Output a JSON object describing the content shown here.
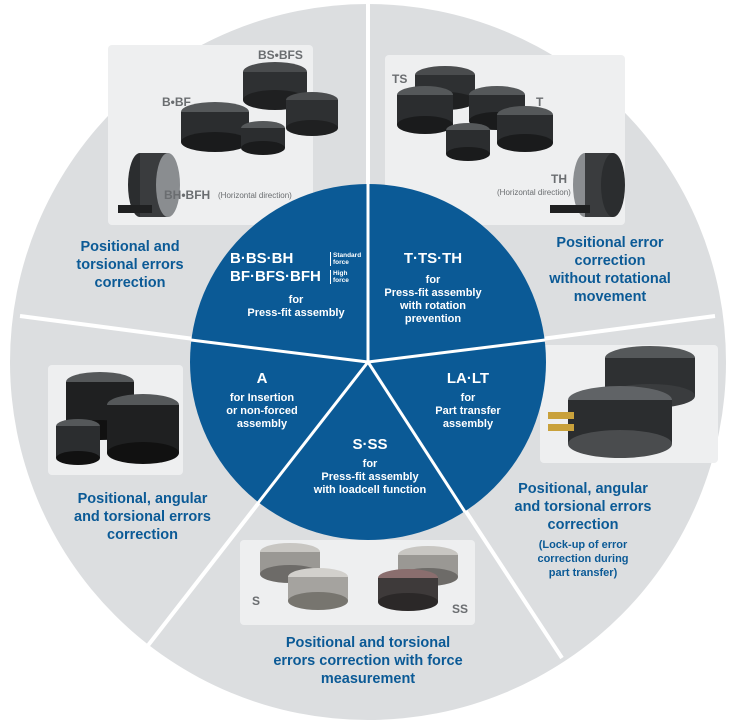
{
  "colors": {
    "outer_ring": "#dcdee0",
    "hub": "#0b5a96",
    "divider": "#ffffff",
    "description_text": "#0b5a96",
    "model_label_text": "#6a6d70",
    "hub_text": "#ffffff"
  },
  "segments": {
    "b_bs_bh": {
      "hub_line1": "B·BS·BH",
      "hub_line1_note": [
        "Standard",
        "force"
      ],
      "hub_line2": "BF·BFS·BFH",
      "hub_line2_note": [
        "High",
        "force"
      ],
      "hub_sub": [
        "for",
        "Press-fit assembly"
      ],
      "description": [
        "Positional and",
        "torsional errors",
        "correction"
      ],
      "model_labels": {
        "bs_bfs": "BS•BFS",
        "b_bf": "B•BF",
        "bh_bfh": "BH•BFH",
        "bh_bfh_note": "(Horizontal direction)"
      }
    },
    "t_ts_th": {
      "hub_title": "T·TS·TH",
      "hub_sub": [
        "for",
        "Press-fit assembly",
        "with rotation",
        "prevention"
      ],
      "description": [
        "Positional error",
        "correction",
        "without rotational",
        "movement"
      ],
      "model_labels": {
        "ts": "TS",
        "t": "T",
        "th": "TH",
        "th_note": "(Horizontal direction)"
      }
    },
    "a": {
      "hub_title": "A",
      "hub_sub": [
        "for Insertion",
        "or non-forced",
        "assembly"
      ],
      "description": [
        "Positional, angular",
        "and torsional errors",
        "correction"
      ]
    },
    "la_lt": {
      "hub_title": "LA·LT",
      "hub_sub": [
        "for",
        "Part transfer",
        "assembly"
      ],
      "description": [
        "Positional, angular",
        "and torsional errors",
        "correction"
      ],
      "note": [
        "(Lock-up of error",
        "correction during",
        "part transfer)"
      ]
    },
    "s_ss": {
      "hub_title": "S·SS",
      "hub_sub": [
        "for",
        "Press-fit assembly",
        "with loadcell function"
      ],
      "description": [
        "Positional and torsional",
        "errors correction with force",
        "measurement"
      ],
      "model_labels": {
        "s": "S",
        "ss": "SS"
      }
    }
  }
}
